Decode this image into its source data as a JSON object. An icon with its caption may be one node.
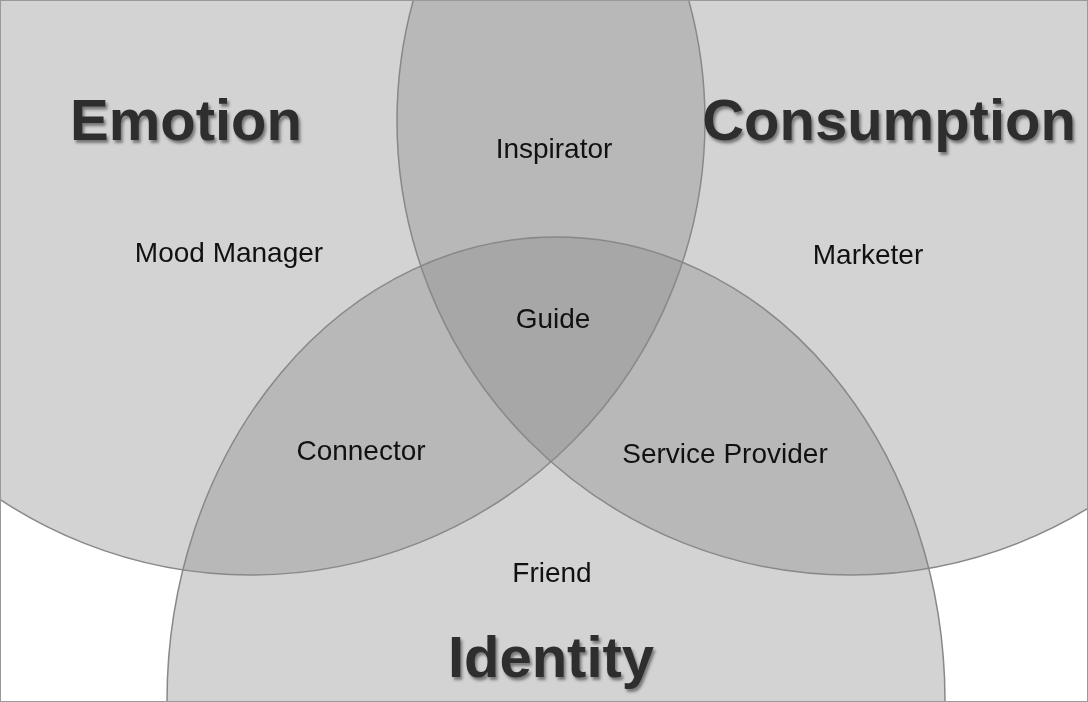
{
  "diagram": {
    "nodes": [
      {
        "text": [
          "Emotion"
        ]
      },
      {
        "text": [
          "Consumption"
        ]
      },
      {
        "text": [
          "Identity"
        ]
      }
    ],
    "labels": [
      "Inspirator",
      "Mood Manager",
      "Marketer",
      "Guide",
      "Connector",
      "Service Provider",
      "Friend"
    ]
  }
}
